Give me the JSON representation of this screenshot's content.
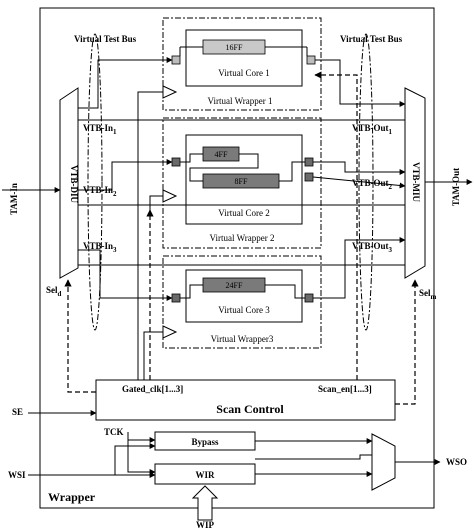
{
  "tam_in": "TAM-In",
  "tam_out": "TAM-Out",
  "vtb_diu": "VTB-DIU",
  "vtb_miu": "VTB-MIU",
  "virtual_test_bus_left": "Virtual Test Bus",
  "virtual_test_bus_right": "Virtual Test Bus",
  "vtb_in": [
    {
      "base": "VTB-In",
      "sub": "1"
    },
    {
      "base": "VTB-In",
      "sub": "2"
    },
    {
      "base": "VTB-In",
      "sub": "3"
    }
  ],
  "vtb_out": [
    {
      "base": "VTB-Out",
      "sub": "1"
    },
    {
      "base": "VTB-Out",
      "sub": "2"
    },
    {
      "base": "VTB-Out",
      "sub": "3"
    }
  ],
  "sel_d": {
    "base": "Sel",
    "sub": "d"
  },
  "sel_m": {
    "base": "Sel",
    "sub": "m"
  },
  "core1": {
    "ff": "16FF",
    "core": "Virtual Core 1",
    "wrapper": "Virtual Wrapper 1"
  },
  "core2": {
    "ff_a": "4FF",
    "ff_b": "8FF",
    "core": "Virtual Core 2",
    "wrapper": "Virtual Wrapper 2"
  },
  "core3": {
    "ff": "24FF",
    "core": "Virtual Core 3",
    "wrapper": "Virtual Wrapper3"
  },
  "gated_clk": "Gated_clk[1...3]",
  "scan_en": "Scan_en[1...3]",
  "scan_control": "Scan Control",
  "se": "SE",
  "tck": "TCK",
  "bypass": "Bypass",
  "wsi": "WSI",
  "wir": "WIR",
  "wso": "WSO",
  "wip": "WIP",
  "wrapper": "Wrapper"
}
